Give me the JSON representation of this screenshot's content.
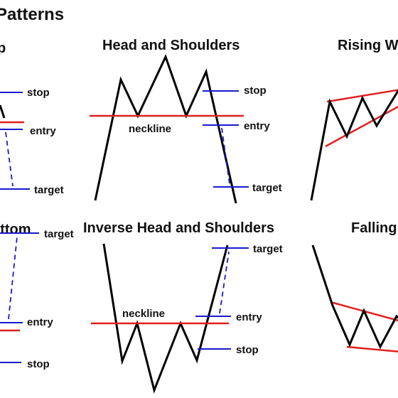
{
  "header": {
    "title": "Patterns"
  },
  "panels": {
    "top_left": {
      "title": "p",
      "labels": {
        "stop": "stop",
        "entry": "entry",
        "target": "target"
      }
    },
    "head_shoulders": {
      "title": "Head and Shoulders",
      "labels": {
        "neckline": "neckline",
        "stop": "stop",
        "entry": "entry",
        "target": "target"
      }
    },
    "rising_wedge": {
      "title": "Rising W"
    },
    "bottom_left": {
      "title": "ottom",
      "labels": {
        "target": "target",
        "entry": "entry",
        "stop": "stop"
      }
    },
    "inverse_hs": {
      "title": "Inverse Head and Shoulders",
      "labels": {
        "neckline": "neckline",
        "target": "target",
        "entry": "entry",
        "stop": "stop"
      }
    },
    "falling_wedge": {
      "title": "Falling"
    }
  },
  "colors": {
    "price": "#000000",
    "neckline": "#e02020",
    "levels": "#1a1acc"
  }
}
